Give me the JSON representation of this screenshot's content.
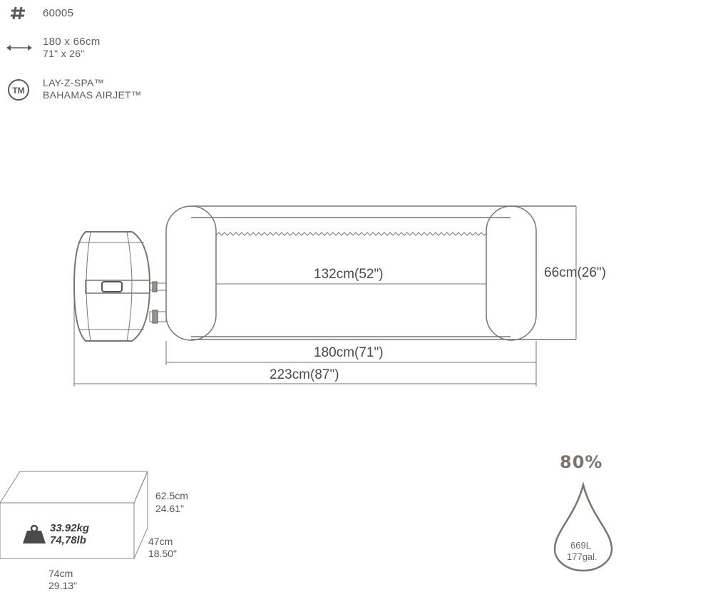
{
  "specs": {
    "model_number": "60005",
    "size_metric": "180 x 66cm",
    "size_imperial": "71\" x 26\"",
    "product_line": "LAY-Z-SPA™",
    "product_name": "BAHAMAS AIRJET™",
    "hash_symbol": "#",
    "tm_symbol": "TM"
  },
  "dimensions": {
    "inner_width": "132cm(52\")",
    "outer_width": "180cm(71\")",
    "total_width": "223cm(87\")",
    "height": "66cm(26\")"
  },
  "package": {
    "height_metric": "62.5cm",
    "height_imperial": "24.61\"",
    "depth_metric": "47cm",
    "depth_imperial": "18.50\"",
    "length_metric": "74cm",
    "length_imperial": "29.13\"",
    "weight_kg": "33.92kg",
    "weight_lb": "74,78lb"
  },
  "water": {
    "fill_percent": "80%",
    "volume_liters": "669L",
    "volume_gallons": "177gal."
  },
  "colors": {
    "line": "#7a746e",
    "text": "#4a4a4a"
  }
}
